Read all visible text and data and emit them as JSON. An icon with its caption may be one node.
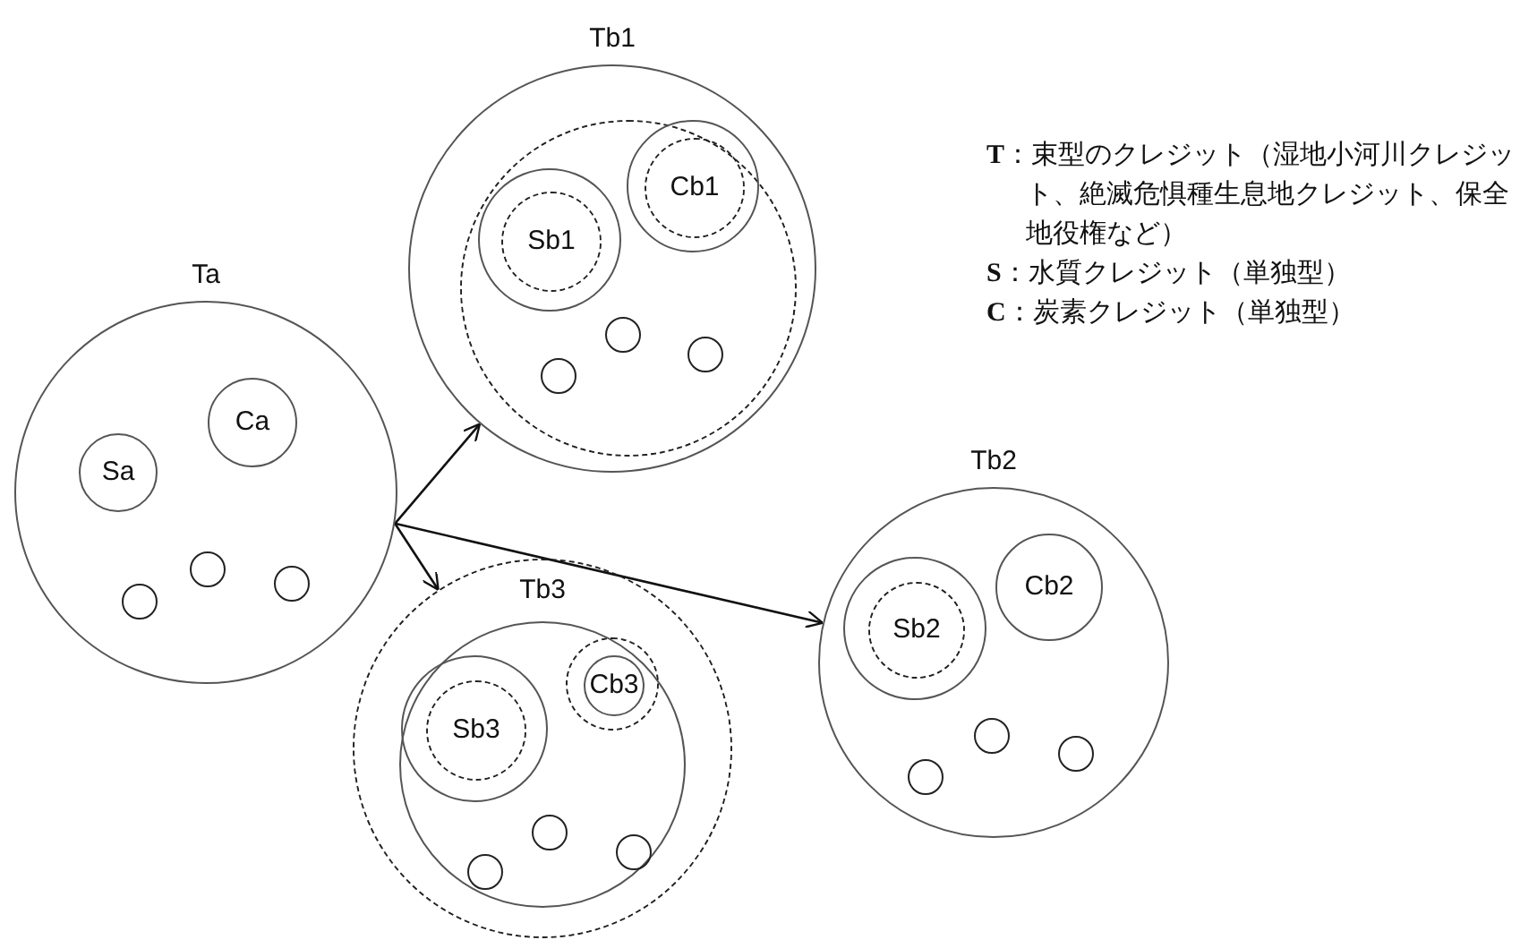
{
  "diagram": {
    "nodes": [
      {
        "text": [
          "Ta"
        ]
      },
      {
        "text": [
          "Sa"
        ],
        "in": 0
      },
      {
        "text": [
          "Ca"
        ],
        "in": 0
      },
      {
        "text": [],
        "shape": "circle",
        "in": 0
      },
      {
        "text": [],
        "shape": "circle",
        "in": 0
      },
      {
        "text": [],
        "shape": "circle",
        "in": 0
      },
      {
        "text": [
          "Tb1"
        ]
      },
      {
        "text": [],
        "shape": "circle",
        "in": 6
      },
      {
        "text": [],
        "shape": "circle",
        "in": 7
      },
      {
        "text": [
          "Sb1"
        ],
        "in": 8
      },
      {
        "text": [],
        "shape": "circle",
        "in": 7
      },
      {
        "text": [
          "Cb1"
        ],
        "in": 10
      },
      {
        "text": [],
        "shape": "circle",
        "in": 7
      },
      {
        "text": [],
        "shape": "circle",
        "in": 7
      },
      {
        "text": [],
        "shape": "circle",
        "in": 7
      },
      {
        "text": [
          "Tb2"
        ]
      },
      {
        "text": [],
        "shape": "circle",
        "in": 15
      },
      {
        "text": [
          "Sb2"
        ],
        "in": 16
      },
      {
        "text": [
          "Cb2"
        ],
        "in": 15
      },
      {
        "text": [],
        "shape": "circle",
        "in": 15
      },
      {
        "text": [],
        "shape": "circle",
        "in": 15
      },
      {
        "text": [],
        "shape": "circle",
        "in": 15
      },
      {
        "text": [
          "Tb3"
        ]
      },
      {
        "text": [],
        "shape": "circle",
        "in": 22
      },
      {
        "text": [],
        "shape": "circle",
        "in": 23
      },
      {
        "text": [
          "Sb3"
        ],
        "in": 24
      },
      {
        "text": [],
        "shape": "circle",
        "in": 23
      },
      {
        "text": [
          "Cb3"
        ],
        "in": 26
      },
      {
        "text": [],
        "shape": "circle",
        "in": 23
      },
      {
        "text": [],
        "shape": "circle",
        "in": 23
      },
      {
        "text": [],
        "shape": "circle",
        "in": 23
      }
    ],
    "edges": [
      {
        "from": 0,
        "to": 6,
        "arrow": "to"
      },
      {
        "from": 0,
        "to": 22,
        "arrow": "to"
      },
      {
        "from": 0,
        "to": 15,
        "arrow": "to"
      }
    ],
    "labels": [
      "**T**：束型のクレジット（湿地小河川クレジット、絶滅危惧種生息地クレジット、保全地役権など）",
      "**S**：水質クレジット（単独型）",
      "**C**：炭素クレジット（単独型）"
    ]
  }
}
